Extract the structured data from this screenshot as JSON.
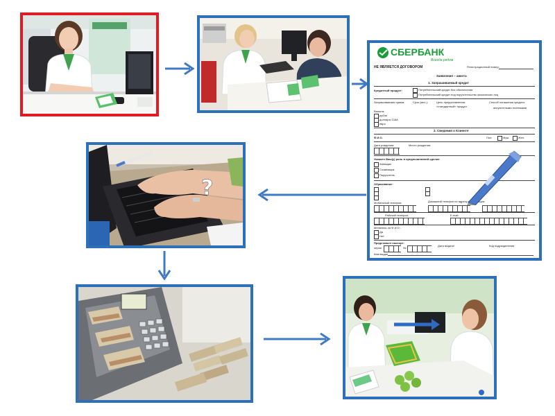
{
  "diagram": {
    "steps": [
      {
        "id": "consultant",
        "icon": "consultant-photo"
      },
      {
        "id": "consultation",
        "icon": "meeting-photo"
      },
      {
        "id": "application-form",
        "icon": "form-document"
      },
      {
        "id": "data-entry",
        "icon": "typing-photo"
      },
      {
        "id": "cash-issue",
        "icon": "money-counter-photo"
      },
      {
        "id": "handover",
        "icon": "handover-photo"
      }
    ],
    "colors": {
      "frame": "#2d6fb8",
      "highlight_frame": "#e01b24",
      "arrow": "#3f79c5",
      "brand": "#1c9b3a"
    }
  },
  "form": {
    "brand": "СБЕРБАНК",
    "slogan": "Всегда рядом",
    "not_contract": "НЕ ЯВЛЯЕТСЯ ДОГОВОРОМ",
    "reg_number": "Регистрационный номер:",
    "app_label": "Заявление – анкета",
    "section1": "1. Запрашиваемый кредит",
    "credit_product": "Кредитный продукт:",
    "opt1": "Потребительский кредит без обеспечения",
    "opt2": "Потребительский кредит под поручительство физических лиц",
    "amount_label": "Запрашиваемая сумма:",
    "currency_label": "Валюта:",
    "rub": "рубли",
    "usd": "доллары США",
    "eur": "евро",
    "term_label": "Срок (мес.):",
    "purpose_label": "Цель предоставления:",
    "purpose_value": "«стандартный» продукт",
    "repay_label": "Способ погашения кредита:",
    "repay_value": "аннуитетными платежами",
    "section2": "2. Сведения о Клиенте",
    "fio": "Ф.И.О.",
    "sex_label": "Пол:",
    "male": "Муж.",
    "female": "Жен.",
    "birth_date": "Дата рождения:",
    "birth_place": "Место рождения:",
    "status_label": "Укажите Ваш(у) роль в предполагаемой сделке:",
    "role1": "Заемщик",
    "role2": "Созаемщик",
    "role3": "Поручитель",
    "education_label": "Образование:",
    "mobile": "Мобильный телефон:",
    "home_phone": "Домашний телефон по адресу регистрации:",
    "work_phone": "Рабочий телефон:",
    "email": "E-mail:",
    "changed_fio": "Менялись ли Ф.И.О.:",
    "yes": "Да",
    "no": "Нет",
    "id_doc": "Представьте паспорт:",
    "series": "серия",
    "number": "№",
    "issue_date": "Дата выдачи",
    "dept_code": "Код подразделения",
    "issued_by": "Кем выдан"
  },
  "highlight_sign": "?"
}
